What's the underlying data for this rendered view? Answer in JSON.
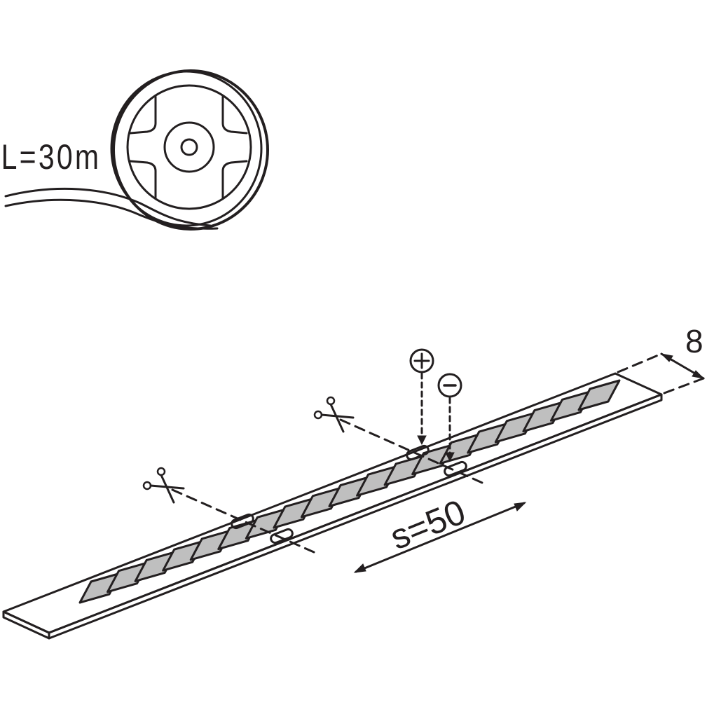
{
  "reel": {
    "length_label": "L=30m"
  },
  "strip": {
    "width_label": "8",
    "segment_label": "s=50",
    "positive_symbol": "+",
    "negative_symbol": "−",
    "led_count": 19
  },
  "colors": {
    "line": "#231f20",
    "led_fill": "#bfbfbf",
    "background": "#ffffff"
  },
  "icons": [
    "scissors-icon",
    "scissors-icon",
    "plus-icon",
    "minus-icon",
    "double-arrow-icon"
  ]
}
